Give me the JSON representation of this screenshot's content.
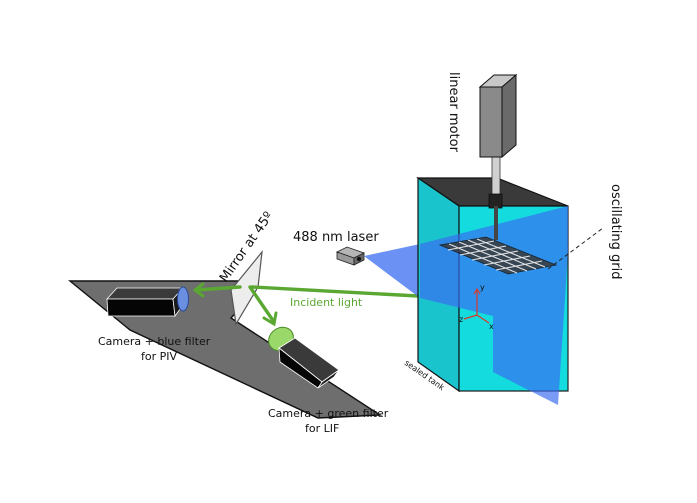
{
  "labels": {
    "linear_motor": "linear motor",
    "oscillating_grid": "oscillating grid",
    "laser": "488 nm laser",
    "mirror": "Mirror at 45º",
    "incident_light": "Incident light",
    "camera_blue_line1": "Camera + blue filter",
    "camera_blue_line2": "for PIV",
    "camera_green_line1": "Camera + green filter",
    "camera_green_line2": "for LIF",
    "sealed_tank": "sealed tank",
    "axis_x": "x",
    "axis_y": "y",
    "axis_z": "z"
  },
  "colors": {
    "tank": "#00d8dc",
    "tank_dark": "#1ab8c0",
    "laser_sheet": "#3a6cf0",
    "laser_green": "#5aa832",
    "platform": "#6e6e6e",
    "motor": "#909090",
    "blue_filter": "#6a8ee0",
    "green_filter": "#9ad86a",
    "axes": "#d83a2a"
  }
}
